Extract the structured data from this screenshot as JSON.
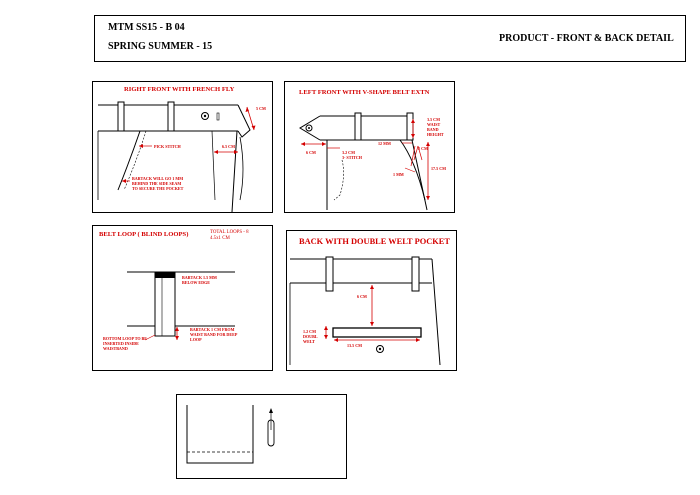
{
  "header": {
    "style_code": "MTM SS15 - B 04",
    "season": "SPRING SUMMER - 15",
    "sheet_title": "PRODUCT - FRONT & BACK DETAIL"
  },
  "panels": {
    "right_front": {
      "title": "RIGHT FRONT WITH FRENCH FLY",
      "dim_top": "5 CM",
      "dim_fly": "6.5 CM",
      "pick_stitch": "PICK STITCH",
      "bartack_note": "BARTACK WILL GO 1 MM\nBEHIND THE SIDE SEAM\nTO SECURE THE POCKET"
    },
    "left_front": {
      "title": "LEFT FRONT WITH V-SHAPE BELT EXTN",
      "dim_ext": "6 CM",
      "dim_stitch": "3.2 CM\n3- STITCH",
      "dim_12mm": "12 MM",
      "dim_2cm": "2 CM",
      "dim_waist": "3.5 CM\nWAIST\nBAND\nHEIGHT",
      "dim_1mm": "1 MM",
      "dim_side": "17.5 CM"
    },
    "belt_loop": {
      "title": "BELT LOOP ( BLIND LOOPS)",
      "total_loops": "TOTAL LOOPS - 8\n4.5x1 CM",
      "bartack_top": "BARTACK 1.5 MM\nBELOW EDGE",
      "bartack_bottom": "BARTACK 1 CM FROM\nWAIST BAND FOR DEEP\nLOOP",
      "bottom_loop": "BOTTOM LOOP TO BE\nINSERTED INSIDE\nWAISTBAND"
    },
    "back_pocket": {
      "title": "BACK WITH DOUBLE WELT POCKET",
      "dim_6cm": "6 CM",
      "dim_welt": "1.2 CM\nDOUBL\nWELT",
      "dim_width": "13.5 CM"
    }
  },
  "colors": {
    "annotation_red": "#d40000",
    "line_black": "#000000"
  }
}
